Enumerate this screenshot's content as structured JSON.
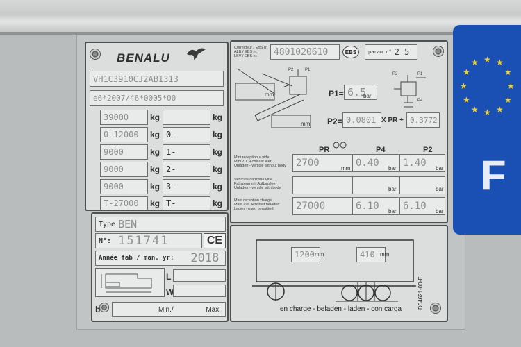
{
  "brand": "BENALU",
  "left_plate": {
    "vin": "VH1C3910CJ2AB1313",
    "approval": "e6*2007/46*0005*00",
    "unit": "kg",
    "rows": [
      {
        "prefix": "",
        "value": "39000",
        "axle_label": ""
      },
      {
        "prefix": "0-",
        "value": "12000",
        "axle_label": "0-"
      },
      {
        "prefix": "1-",
        "value": "9000",
        "axle_label": "1-"
      },
      {
        "prefix": "2-",
        "value": "9000",
        "axle_label": "2-"
      },
      {
        "prefix": "3-",
        "value": "9000",
        "axle_label": "3-"
      },
      {
        "prefix": "T-",
        "value": "27000",
        "axle_label": "T-"
      }
    ]
  },
  "id_plate": {
    "type_label": "Type",
    "type_value": "BEN",
    "number_label": "N°:",
    "number_value": "151741",
    "ce_mark": "CE",
    "year_label": "Année fab / man. yr:",
    "year_value": "2018",
    "L": "L",
    "W": "W",
    "b": "b",
    "min_label": "Min./",
    "max_label": "Max."
  },
  "right_plate": {
    "header_lines": [
      "Correcteur / EBS n°",
      "ALB / EBS nr.",
      "LSV / EBS nr."
    ],
    "serial": "4801020610",
    "ebs_label": "EBS",
    "param_label": "param n°",
    "param_value": "2 5",
    "mm": "mm",
    "bar": "bar",
    "p1_label": "P1=",
    "p1_value": "6.5",
    "p2_label": "P2=",
    "p2_value": "0.0801",
    "xpr_label": "X PR +",
    "xpr_value": "0.3772",
    "arrow_labels": [
      "P2",
      "P1",
      "P2",
      "P1",
      "P4"
    ],
    "col_pr": "PR",
    "col_p4": "P4",
    "col_p2": "P2",
    "table_rows": [
      {
        "lines": [
          "Mini reception a vide",
          "Mini Zul. Achslast leer",
          "Unladen - vehicle without body"
        ],
        "pr": "2700",
        "p4": "0.40",
        "p2": "1.40"
      },
      {
        "lines": [
          "Vehicule carrosse vide",
          "Fahrzeug mit Aufbau leer",
          "Unladen - vehicle with body"
        ],
        "pr": "",
        "p4": "",
        "p2": ""
      },
      {
        "lines": [
          "Maxi reception charge",
          "Maxi Zul. Achslast beladen",
          "Laden - max. permitted"
        ],
        "pr": "27000",
        "p4": "6.10",
        "p2": "6.10"
      }
    ]
  },
  "diagram_plate": {
    "dim_a": "1200",
    "dim_b": "410",
    "caption": "en charge - beladen - laden - con carga",
    "ref_code": "D04621-00-E"
  },
  "country": {
    "letter": "F"
  }
}
